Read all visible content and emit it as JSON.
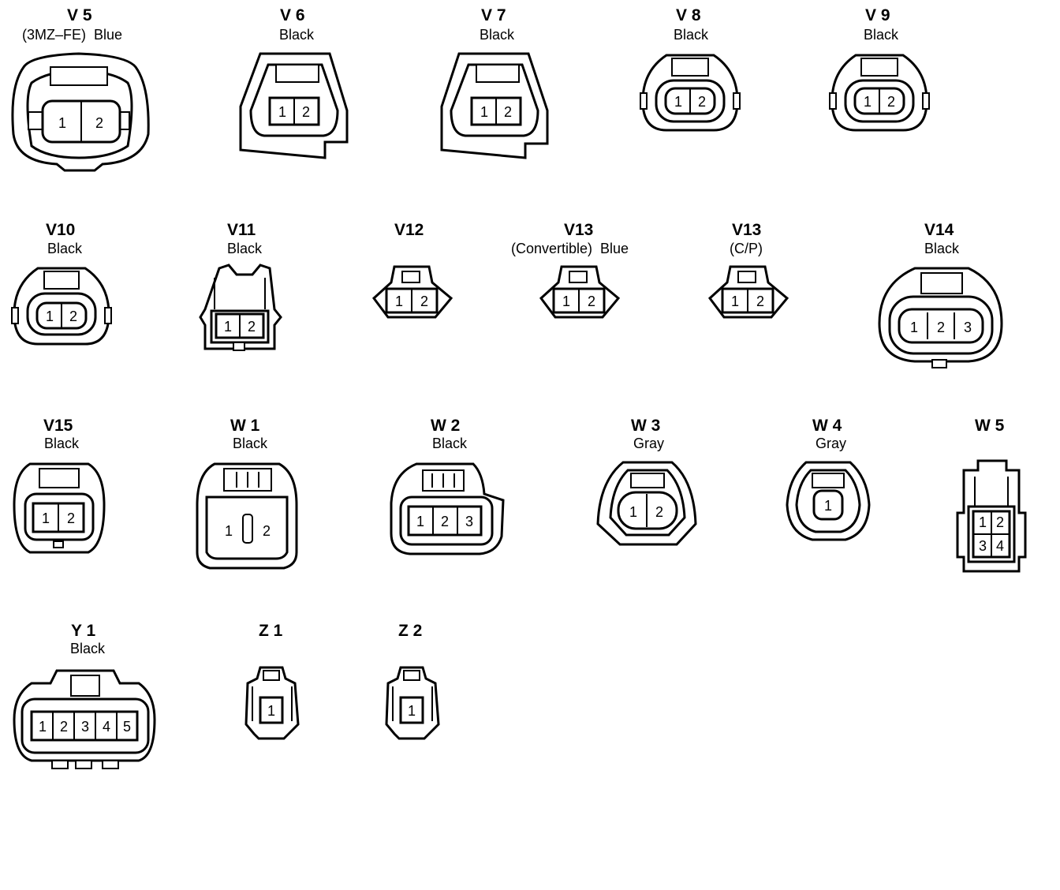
{
  "connectors": [
    {
      "code": "V 5",
      "sub": "(3MZ–FE)  Blue",
      "pins": [
        "1",
        "2"
      ]
    },
    {
      "code": "V 6",
      "sub": "Black",
      "pins": [
        "1",
        "2"
      ]
    },
    {
      "code": "V 7",
      "sub": "Black",
      "pins": [
        "1",
        "2"
      ]
    },
    {
      "code": "V 8",
      "sub": "Black",
      "pins": [
        "1",
        "2"
      ]
    },
    {
      "code": "V 9",
      "sub": "Black",
      "pins": [
        "1",
        "2"
      ]
    },
    {
      "code": "V10",
      "sub": "Black",
      "pins": [
        "1",
        "2"
      ]
    },
    {
      "code": "V11",
      "sub": "Black",
      "pins": [
        "1",
        "2"
      ]
    },
    {
      "code": "V12",
      "sub": "",
      "pins": [
        "1",
        "2"
      ]
    },
    {
      "code": "V13",
      "sub": "(Convertible)  Blue",
      "pins": [
        "1",
        "2"
      ]
    },
    {
      "code": "V13",
      "sub": "(C/P)",
      "pins": [
        "1",
        "2"
      ]
    },
    {
      "code": "V14",
      "sub": "Black",
      "pins": [
        "1",
        "2",
        "3"
      ]
    },
    {
      "code": "V15",
      "sub": "Black",
      "pins": [
        "1",
        "2"
      ]
    },
    {
      "code": "W 1",
      "sub": "Black",
      "pins": [
        "1",
        "2"
      ]
    },
    {
      "code": "W 2",
      "sub": "Black",
      "pins": [
        "1",
        "2",
        "3"
      ]
    },
    {
      "code": "W 3",
      "sub": "Gray",
      "pins": [
        "1",
        "2"
      ]
    },
    {
      "code": "W 4",
      "sub": "Gray",
      "pins": [
        "1"
      ]
    },
    {
      "code": "W 5",
      "sub": "",
      "pins": [
        "1",
        "2",
        "3",
        "4"
      ]
    },
    {
      "code": "Y 1",
      "sub": "Black",
      "pins": [
        "1",
        "2",
        "3",
        "4",
        "5"
      ]
    },
    {
      "code": "Z 1",
      "sub": "",
      "pins": [
        "1"
      ]
    },
    {
      "code": "Z 2",
      "sub": "",
      "pins": [
        "1"
      ]
    }
  ]
}
